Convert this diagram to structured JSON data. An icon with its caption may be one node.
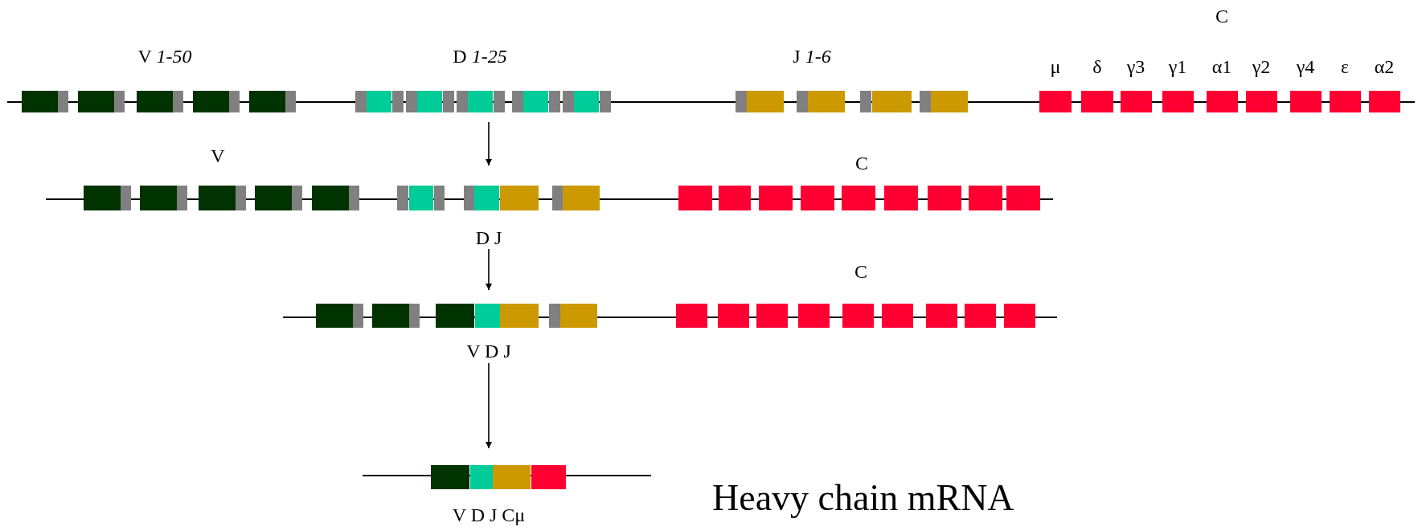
{
  "diagram": {
    "nodes": [
      {
        "text": [],
        "shape": "bar"
      },
      {
        "text": [
          "D J"
        ]
      },
      {
        "text": [
          "V D J"
        ]
      },
      {
        "text": [
          "V D J Cμ"
        ],
        "beside": [
          "Heavy chain mRNA"
        ]
      }
    ],
    "edges": [
      {
        "from": 0,
        "to": 1,
        "arrow": "to"
      },
      {
        "from": 1,
        "to": 2,
        "arrow": "to"
      },
      {
        "from": 2,
        "to": 3,
        "arrow": "to"
      }
    ],
    "labels": [
      "C",
      "V *1-50*",
      "D *1-25*",
      "J *1-6*",
      "μ",
      "δ",
      "γ3",
      "γ1",
      "α1",
      "γ2",
      "γ4",
      "ε",
      "α2",
      "V",
      "C",
      "C"
    ]
  }
}
